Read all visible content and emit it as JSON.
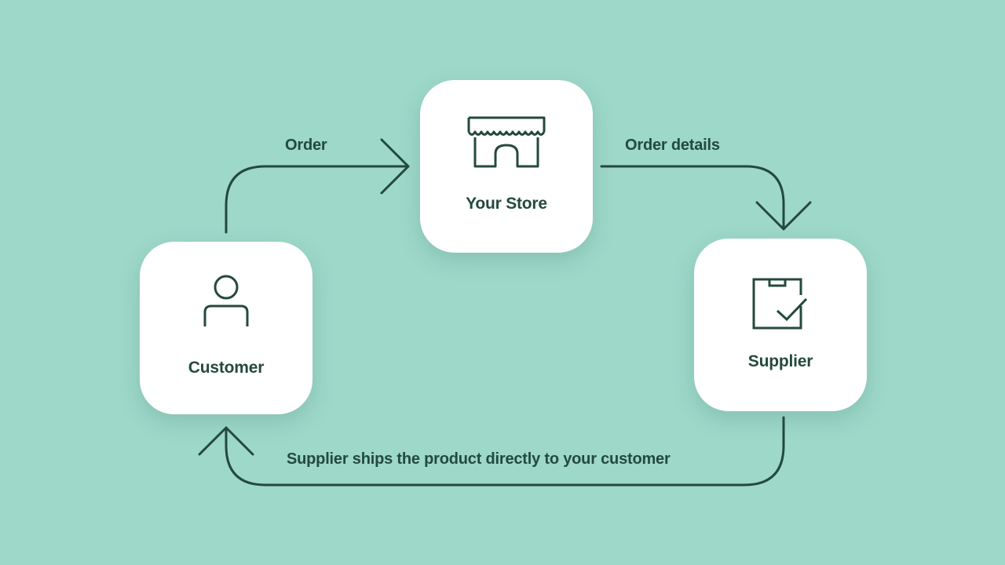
{
  "colors": {
    "background": "#9dd8c9",
    "card": "#ffffff",
    "ink": "#24493d"
  },
  "nodes": {
    "store": {
      "label": "Your Store",
      "icon": "storefront-icon"
    },
    "customer": {
      "label": "Customer",
      "icon": "person-icon"
    },
    "supplier": {
      "label": "Supplier",
      "icon": "box-check-icon"
    }
  },
  "edges": {
    "order": {
      "label": "Order",
      "from": "Customer",
      "to": "Your Store"
    },
    "order_details": {
      "label": "Order details",
      "from": "Your Store",
      "to": "Supplier"
    },
    "ships": {
      "label": "Supplier ships the product directly to your customer",
      "from": "Supplier",
      "to": "Customer"
    }
  }
}
